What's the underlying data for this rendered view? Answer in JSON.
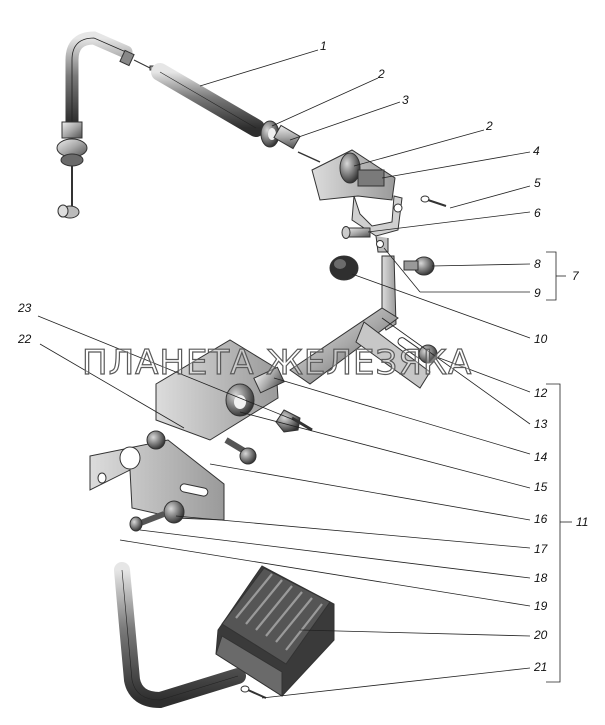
{
  "watermark": "ПЛАНЕТА ЖЕЛЕЗЯКА",
  "callouts": [
    "1",
    "2",
    "3",
    "2",
    "4",
    "5",
    "6",
    "8",
    "7",
    "9",
    "10",
    "23",
    "22",
    "12",
    "13",
    "14",
    "15",
    "16",
    "11",
    "17",
    "18",
    "19",
    "20",
    "21"
  ],
  "colors": {
    "metal_dark": "#4a4a4a",
    "metal_mid": "#8c8c8c",
    "metal_light": "#cfcfcf",
    "line": "#222222"
  }
}
